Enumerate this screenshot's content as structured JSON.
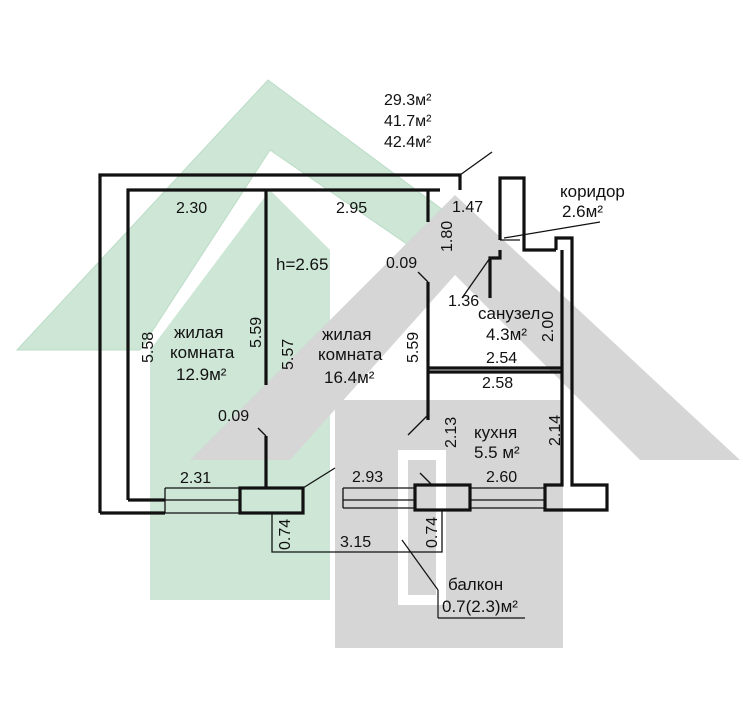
{
  "colors": {
    "logo_green": "#cde6d6",
    "logo_gray": "#d6d6d6",
    "wall": "#111111",
    "background": "#ffffff"
  },
  "logo": {
    "name": "house-watermark-logo"
  },
  "totals": {
    "line1": "29.3м²",
    "line2": "41.7м²",
    "line3": "42.4м²"
  },
  "rooms": {
    "living_small": {
      "line1": "жилая",
      "line2": "комната",
      "area": "12.9м²"
    },
    "living_large": {
      "line1": "жилая",
      "line2": "комната",
      "area": "16.4м²"
    },
    "corridor": {
      "name": "коридор",
      "area": "2.6м²"
    },
    "bathroom": {
      "name": "санузел",
      "area": "4.3м²"
    },
    "kitchen": {
      "name": "кухня",
      "area": "5.5 м²"
    },
    "balcony": {
      "name": "балкон",
      "area": "0.7(2.3)м²"
    }
  },
  "ceiling_height": "h=2.65",
  "dimensions": {
    "top_left": "2.30",
    "top_mid": "2.95",
    "top_right": "1.47",
    "corridor_vertical": "1.80",
    "partition_top_gap": "0.09",
    "corridor_width": "1.36",
    "left_wall": "5.58",
    "living_small_right": "5.59",
    "living_large_left": "5.57",
    "living_large_right": "5.59",
    "bathroom_bottom": "2.54",
    "bathroom_height": "2.00",
    "kitchen_top": "2.58",
    "partition_bottom_gap": "0.09",
    "kitchen_door": "2.13",
    "kitchen_right": "2.14",
    "bottom_left": "2.31",
    "bottom_mid": "2.93",
    "bottom_right": "2.60",
    "balcony_left": "0.74",
    "balcony_right": "0.74",
    "balcony_length": "3.15"
  }
}
